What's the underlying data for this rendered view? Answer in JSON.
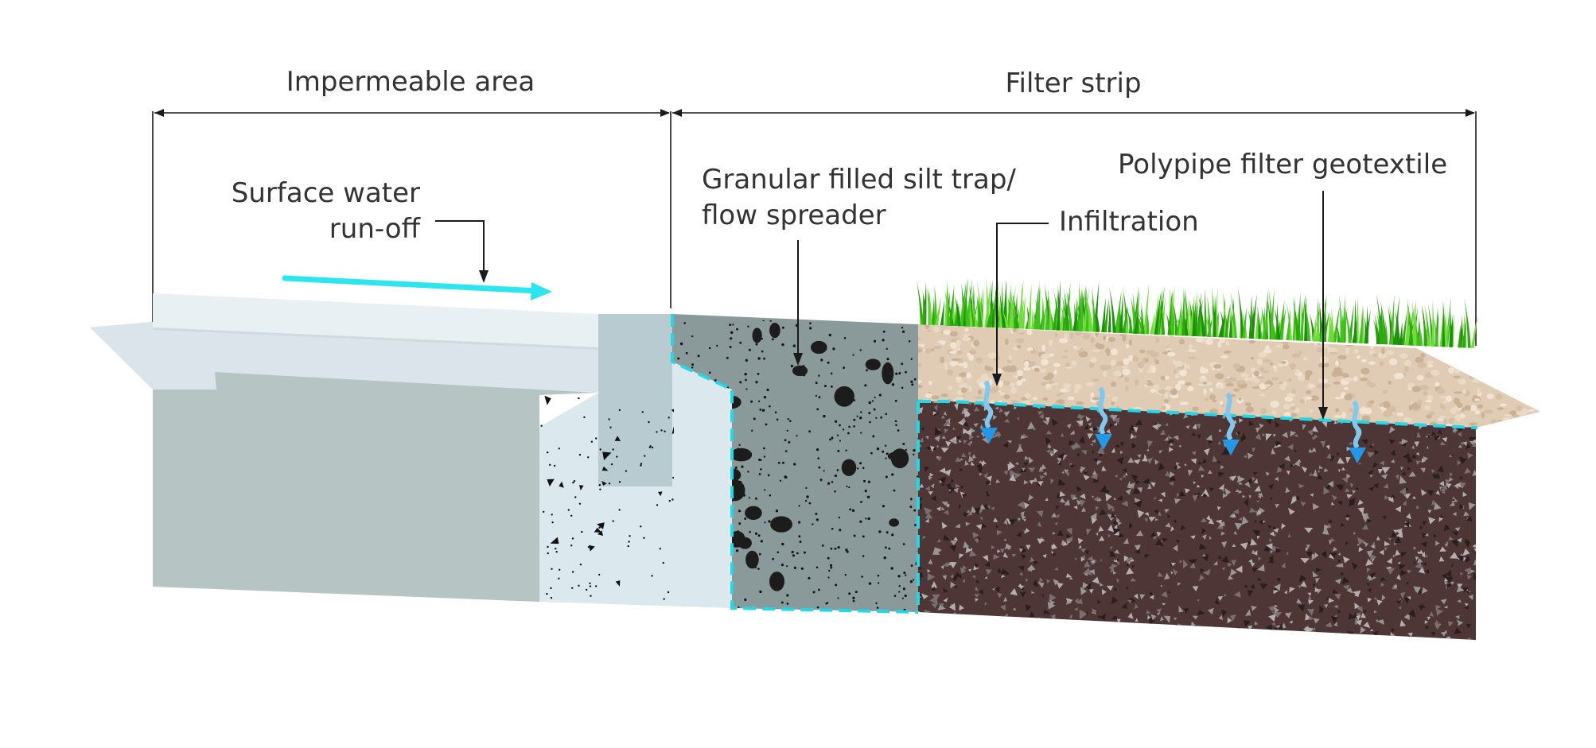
{
  "labels": {
    "impermeable_area": "Impermeable area",
    "filter_strip": "Filter strip",
    "surface_water_line1": "Surface water",
    "surface_water_line2": "run-off",
    "silt_trap_line1": "Granular filled silt trap/",
    "silt_trap_line2": "flow spreader",
    "infiltration": "Infiltration",
    "geotextile": "Polypipe filter geotextile"
  },
  "colors": {
    "pavement_top": "#e8f0f3",
    "pavement_face": "#dae4ea",
    "pavement_body": "#b7c4c4",
    "kerb": "#b8cbd0",
    "concrete": "#dbe9ef",
    "silt_trap": "#8a9a9a",
    "topsoil": "#e0ccb5",
    "subsoil": "#4e3636",
    "grass": "#3fc21a",
    "geotextile_line": "#23d8e6",
    "runoff_arrow": "#2be6ee",
    "infiltration_arrow": "#2199e8"
  },
  "icons": [
    "runoff-arrow-icon",
    "infiltration-arrow-icon",
    "grass-icon"
  ]
}
